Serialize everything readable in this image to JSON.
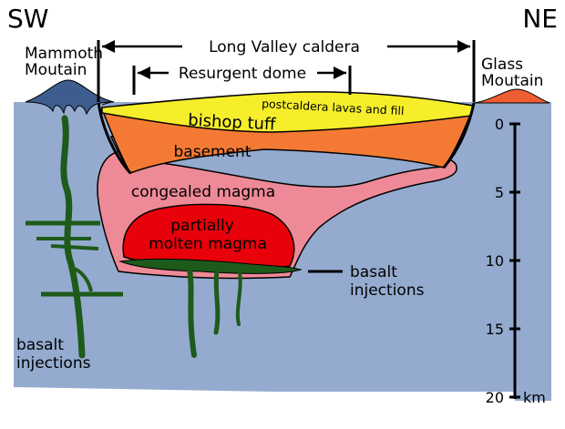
{
  "directions": {
    "left": "SW",
    "right": "NE"
  },
  "caldera": {
    "label": "Long Valley caldera"
  },
  "dome": {
    "label": "Resurgent dome"
  },
  "mountains": {
    "left": {
      "line1": "Mammoth",
      "line2": "Moutain",
      "color": "#3e5d8f"
    },
    "right": {
      "line1": "Glass",
      "line2": "Moutain",
      "color": "#ef5e33"
    }
  },
  "layers": {
    "postcaldera": {
      "label": "postcaldera lavas and fill",
      "color": "#f6ee2a"
    },
    "bishop_tuff": {
      "label": "bishop tuff",
      "color": "#f47a33"
    },
    "basement": {
      "label": "basement",
      "color": "#94abcf"
    },
    "congealed": {
      "label": "congealed magma",
      "color": "#ee8a97"
    },
    "partial": {
      "line1": "partially",
      "line2": "molten magma",
      "color": "#e8000b"
    }
  },
  "basalt": {
    "left_line1": "basalt",
    "left_line2": "injections",
    "right_line1": "basalt",
    "right_line2": "injections",
    "color": "#1e5a1a"
  },
  "depth_scale": {
    "unit": "km",
    "ticks": [
      "0",
      "5",
      "10",
      "15",
      "20"
    ]
  },
  "colors": {
    "crust": "#94abcf"
  }
}
